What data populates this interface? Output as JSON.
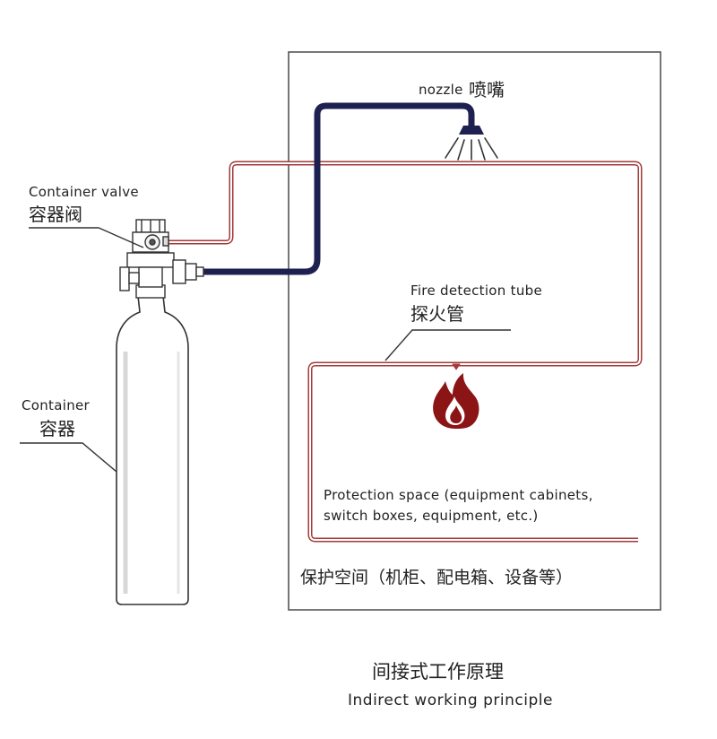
{
  "labels": {
    "nozzle_en": "nozzle",
    "nozzle_zh": "喷嘴",
    "valve_en": "Container valve",
    "valve_zh": "容器阀",
    "container_en": "Container",
    "container_zh": "容器",
    "tube_en": "Fire detection tube",
    "tube_zh": "探火管",
    "space_en_line1": "Protection space (equipment cabinets,",
    "space_en_line2": "switch boxes, equipment, etc.)",
    "space_zh": "保护空间（机柜、配电箱、设备等）"
  },
  "caption": {
    "zh": "间接式工作原理",
    "en": "Indirect working principle"
  },
  "colors": {
    "discharge_pipe": "#1e2050",
    "detection_tube": "#a33a3a",
    "flame": "#8b1414",
    "frame": "#555555"
  },
  "icons": {
    "flame": "fire-icon",
    "nozzle": "nozzle-spray-icon",
    "cylinder": "gas-cylinder-icon",
    "valve": "valve-icon"
  }
}
